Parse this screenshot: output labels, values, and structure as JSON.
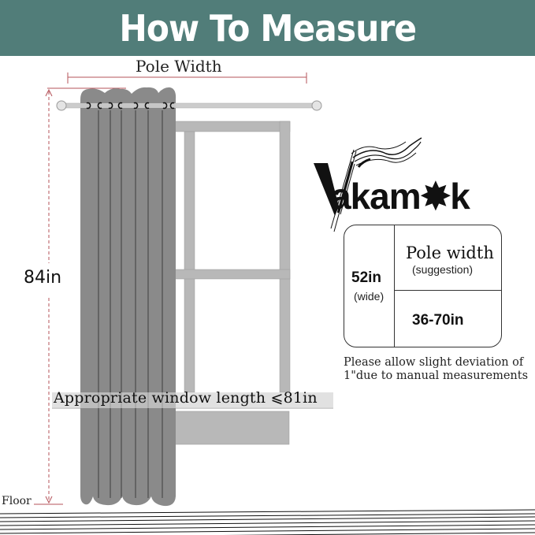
{
  "header": {
    "title": "How To Measure",
    "background_color": "#517d79"
  },
  "diagram": {
    "pole_width_label": "Pole Width",
    "curtain_height_label": "84in",
    "window_length_label": "Appropriate window length ⩽81in",
    "floor_label": "Floor",
    "dimension_line_color": "#b5535a",
    "curtain_color": "#8a8a8a",
    "window_frame_color": "#b8b8b8"
  },
  "brand": {
    "name": "Vakamok",
    "logo_text": "akam✸k",
    "logo_icon": "feather-v-icon"
  },
  "size_table": {
    "width_value": "52in",
    "width_sub": "(wide)",
    "pole_width_title": "Pole width",
    "pole_width_sub": "(suggestion)",
    "pole_width_value": "36-70in"
  },
  "note": {
    "line1": "Please allow slight deviation of",
    "line2": "1\"due to manual measurements"
  }
}
